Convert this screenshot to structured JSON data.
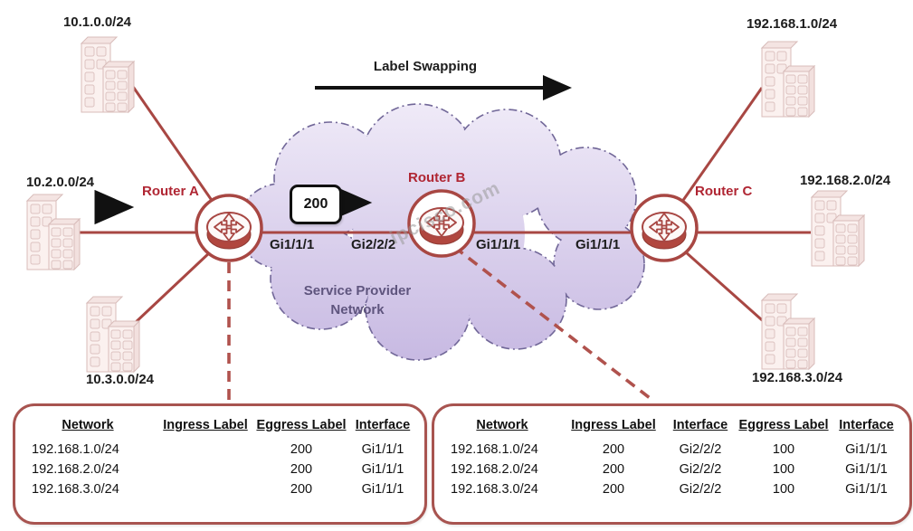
{
  "diagram": {
    "flow_title": "Label Swapping",
    "watermark": "ipcisco.com",
    "swapped_label_value": "200",
    "cloud_label_line1": "Service Provider",
    "cloud_label_line2": "Network",
    "colors": {
      "line_red": "#A84743",
      "router_label_red": "#B02633",
      "cloud_fill_top": "#EFEAF8",
      "cloud_fill_bottom": "#C7B9E2",
      "cloud_stroke": "#716798",
      "cloud_text": "#5F557E",
      "building_fill": "#FBF1EF",
      "table_border": "#A85450",
      "arrow_black": "#111111"
    },
    "icons": {
      "router": "cross-arrows-router-icon",
      "building": "office-building-icon",
      "cloud": "network-cloud-shape",
      "arrow": "flow-arrow-icon"
    }
  },
  "networks": {
    "left": [
      {
        "label": "10.1.0.0/24"
      },
      {
        "label": "10.2.0.0/24"
      },
      {
        "label": "10.3.0.0/24"
      }
    ],
    "right": [
      {
        "label": "192.168.1.0/24"
      },
      {
        "label": "192.168.2.0/24"
      },
      {
        "label": "192.168.3.0/24"
      }
    ]
  },
  "routers": [
    {
      "name": "Router A"
    },
    {
      "name": "Router B"
    },
    {
      "name": "Router C"
    }
  ],
  "interfaces": {
    "router_a_right": "Gi1/1/1",
    "router_b_left": "Gi2/2/2",
    "router_b_right": "Gi1/1/1",
    "router_c_left": "Gi1/1/1"
  },
  "tables": {
    "router_a": {
      "headers": [
        "Network",
        "Ingress Label",
        "Eggress Label",
        "Interface"
      ],
      "rows": [
        [
          "192.168.1.0/24",
          "",
          "200",
          "Gi1/1/1"
        ],
        [
          "192.168.2.0/24",
          "",
          "200",
          "Gi1/1/1"
        ],
        [
          "192.168.3.0/24",
          "",
          "200",
          "Gi1/1/1"
        ]
      ]
    },
    "router_b": {
      "headers": [
        "Network",
        "Ingress Label",
        "Interface",
        "Eggress Label",
        "Interface"
      ],
      "rows": [
        [
          "192.168.1.0/24",
          "200",
          "Gi2/2/2",
          "100",
          "Gi1/1/1"
        ],
        [
          "192.168.2.0/24",
          "200",
          "Gi2/2/2",
          "100",
          "Gi1/1/1"
        ],
        [
          "192.168.3.0/24",
          "200",
          "Gi2/2/2",
          "100",
          "Gi1/1/1"
        ]
      ]
    }
  }
}
